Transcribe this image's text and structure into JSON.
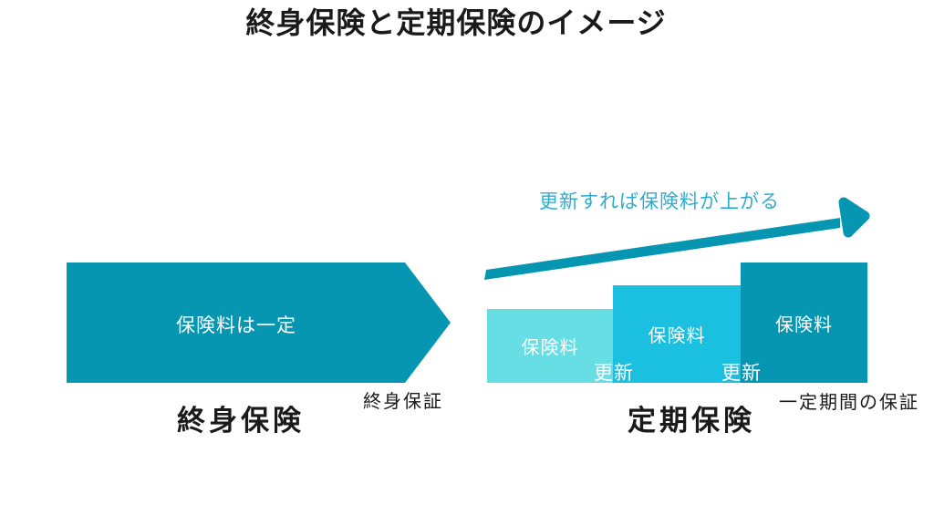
{
  "title": "終身保険と定期保険のイメージ",
  "colors": {
    "deep_teal": "#0796b2",
    "mid_cyan": "#1bbfdf",
    "light_cyan": "#66dee4",
    "annotation_teal": "#2dadd0",
    "ink": "#1a1a1a",
    "label_white": "#ffffff"
  },
  "whole_life": {
    "premium_label": "保険料は一定",
    "name": "終身保険",
    "guarantee_label": "終身保証"
  },
  "term": {
    "annotation": "更新すれば保険料が上がる",
    "premium_boxes": [
      {
        "label": "保険料"
      },
      {
        "label": "保険料"
      },
      {
        "label": "保険料"
      }
    ],
    "renewal_labels": [
      {
        "label": "更新"
      },
      {
        "label": "更新"
      }
    ],
    "name": "定期保険",
    "guarantee_label": "一定期間の保証"
  }
}
